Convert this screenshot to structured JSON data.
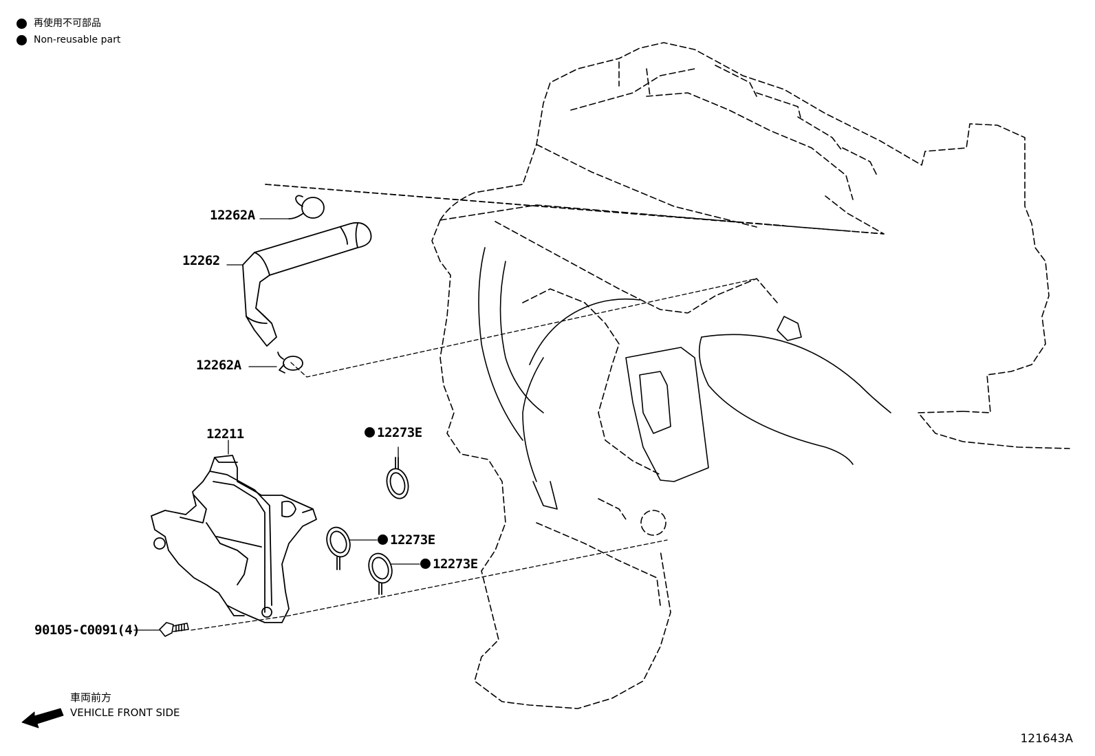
{
  "legend": {
    "jp": "再使用不可部品",
    "en": "Non-reusable part"
  },
  "callouts": {
    "clip_upper": "12262A",
    "hose": "12262",
    "clip_lower": "12262A",
    "separator": "12211",
    "gasket_1": "12273E",
    "gasket_2": "12273E",
    "gasket_3": "12273E",
    "bolt": "90105-C0091(4)"
  },
  "direction": {
    "jp": "車両前方",
    "en": "VEHICLE FRONT SIDE"
  },
  "diagram_id": "121643A"
}
